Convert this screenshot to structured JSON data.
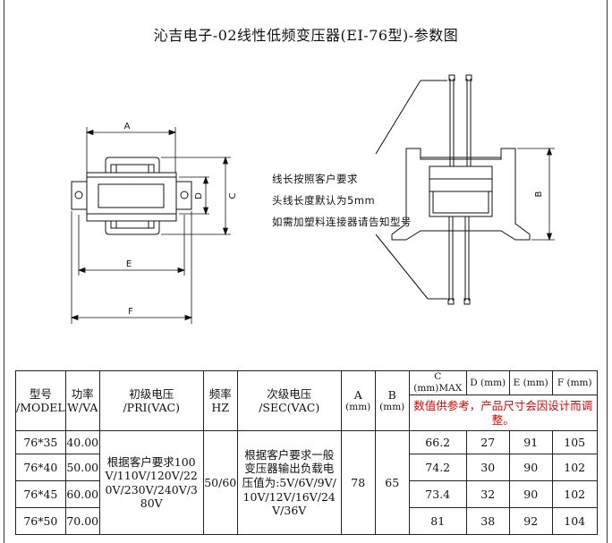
{
  "title": "沁吉电子-02线性低频变压器(EI-76型)-参数图",
  "labels": {
    "A": "A",
    "B": "B",
    "C": "C",
    "D": "D",
    "E": "E",
    "F": "F"
  },
  "notes": [
    "线长按照客户要求",
    "头线长度默认为5mm",
    "如需加塑料连接器请告知型号"
  ],
  "table": {
    "headers": {
      "model": [
        "型号",
        "/MODEL"
      ],
      "power": [
        "功率",
        "W/VA"
      ],
      "pri": [
        "初级电压",
        "/PRI(VAC)"
      ],
      "freq": [
        "频率",
        "HZ"
      ],
      "sec": [
        "次级电压",
        "/SEC(VAC)"
      ],
      "a": [
        "A",
        "(mm)"
      ],
      "b": [
        "B",
        "(mm)"
      ],
      "c": "C (mm)MAX",
      "d": "D (mm)",
      "e": "E (mm)",
      "f": "F (mm)"
    },
    "warning": "数值供参考，产品尺寸会因设计而调整。",
    "pri_value": "根据客户要求100V/110V/120V/220V/230V/240V/380V",
    "freq_value": "50/60",
    "sec_value": "根据客户要求一般变压器输出负载电压值为:5V/6V/9V/10V/12V/16V/24V/36V",
    "a_value": "78",
    "b_value": "65",
    "rows": [
      {
        "model": "76*35",
        "power": "40.00",
        "c": "66.2",
        "d": "27",
        "e": "91",
        "f": "105"
      },
      {
        "model": "76*40",
        "power": "50.00",
        "c": "74.2",
        "d": "30",
        "e": "90",
        "f": "102"
      },
      {
        "model": "76*45",
        "power": "60.00",
        "c": "73.4",
        "d": "32",
        "e": "90",
        "f": "102"
      },
      {
        "model": "76*50",
        "power": "70.00",
        "c": "81",
        "d": "38",
        "e": "92",
        "f": "104"
      }
    ]
  }
}
